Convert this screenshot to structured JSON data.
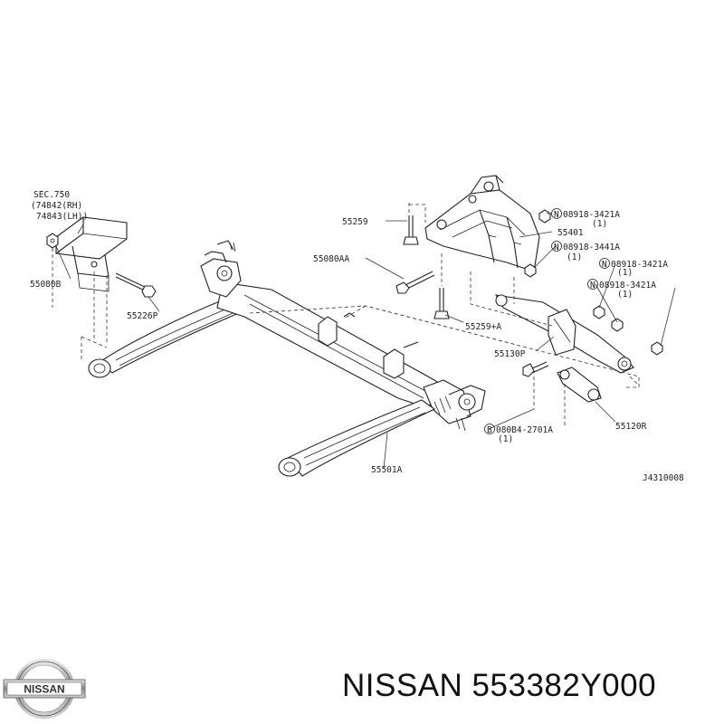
{
  "diagram": {
    "callouts": {
      "sec_ref": "SEC.750",
      "sec_rh": "(74842(RH)",
      "sec_lh": "74843(LH))",
      "p55080B": "55080B",
      "p55226P": "55226P",
      "p55259": "55259",
      "p55080AA": "55080AA",
      "p55259A": "55259+A",
      "p55401": "55401",
      "p55130P": "55130P",
      "p55120R": "55120R",
      "p55501A": "55501A",
      "n1_code": "08918-3421A",
      "n1_qty": "(1)",
      "n2_code": "08918-3441A",
      "n2_qty": "(1)",
      "n3_code": "08918-3421A",
      "n3_qty": "(1)",
      "n4_code": "08918-3421A",
      "n4_qty": "(1)",
      "b1_code": "080B4-2701A",
      "b1_qty": "(1)",
      "n_symbol": "N",
      "b_symbol": "B",
      "drawing_id": "J4310008"
    }
  },
  "footer": {
    "brand": "NISSAN",
    "part_number": "553382Y000",
    "logo_text": "NISSAN"
  }
}
